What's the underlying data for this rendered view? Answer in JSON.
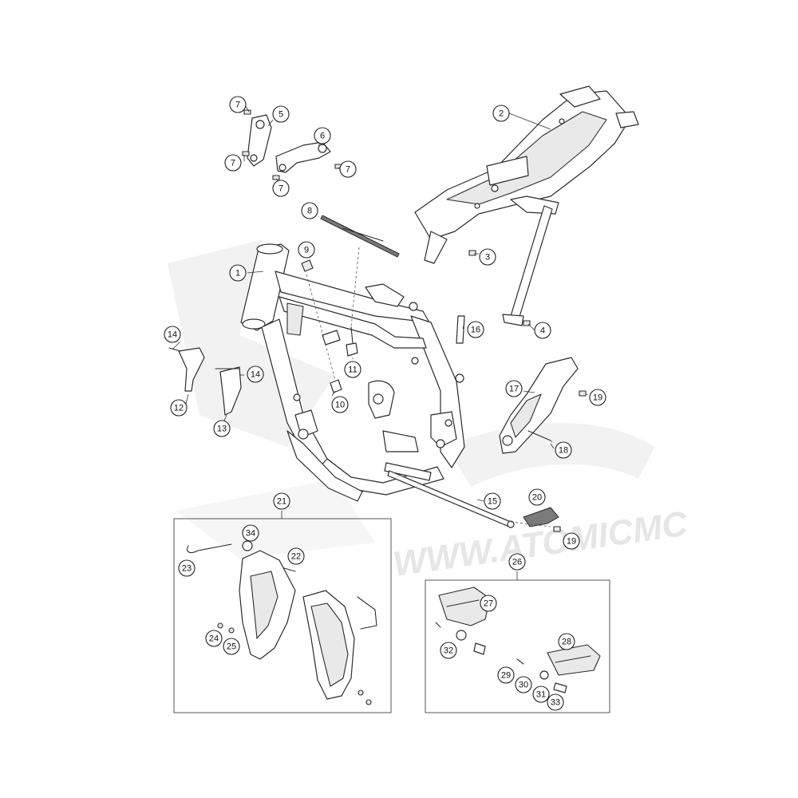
{
  "watermark": {
    "text": "WWW.ATOMICMC"
  },
  "callouts": [
    {
      "label": "1"
    },
    {
      "label": "2"
    },
    {
      "label": "3"
    },
    {
      "label": "4"
    },
    {
      "label": "5"
    },
    {
      "label": "6"
    },
    {
      "label": "7"
    },
    {
      "label": "7"
    },
    {
      "label": "7"
    },
    {
      "label": "7"
    },
    {
      "label": "8"
    },
    {
      "label": "9"
    },
    {
      "label": "10"
    },
    {
      "label": "11"
    },
    {
      "label": "12"
    },
    {
      "label": "13"
    },
    {
      "label": "14"
    },
    {
      "label": "14"
    },
    {
      "label": "15"
    },
    {
      "label": "16"
    },
    {
      "label": "17"
    },
    {
      "label": "18"
    },
    {
      "label": "19"
    },
    {
      "label": "19"
    },
    {
      "label": "20"
    },
    {
      "label": "21"
    },
    {
      "label": "22"
    },
    {
      "label": "23"
    },
    {
      "label": "24"
    },
    {
      "label": "25"
    },
    {
      "label": "26"
    },
    {
      "label": "27"
    },
    {
      "label": "28"
    },
    {
      "label": "29"
    },
    {
      "label": "30"
    },
    {
      "label": "31"
    },
    {
      "label": "32"
    },
    {
      "label": "33"
    },
    {
      "label": "34"
    }
  ]
}
